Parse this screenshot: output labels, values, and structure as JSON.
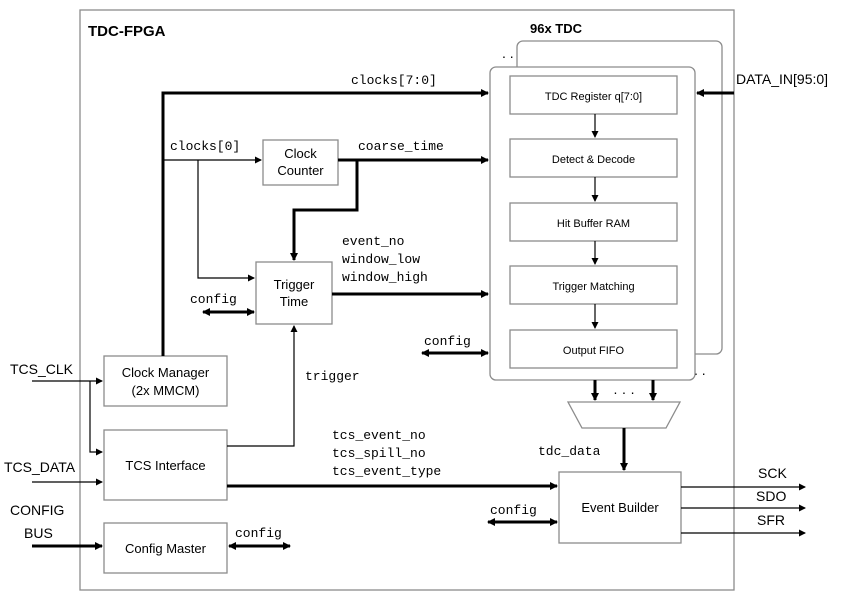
{
  "fpga_title": "TDC-FPGA",
  "tdc_title": "96x TDC",
  "tdc_stages": [
    "TDC Register q[7:0]",
    "Detect & Decode",
    "Hit Buffer RAM",
    "Trigger Matching",
    "Output FIFO"
  ],
  "blocks": {
    "clock_counter": [
      "Clock",
      "Counter"
    ],
    "trigger_time": [
      "Trigger",
      "Time"
    ],
    "clock_manager": [
      "Clock Manager",
      "(2x MMCM)"
    ],
    "tcs_interface": "TCS Interface",
    "config_master": "Config Master",
    "event_builder": "Event Builder"
  },
  "signals": {
    "clocks_bus": "clocks[7:0]",
    "clocks_0": "clocks[0]",
    "coarse_time": "coarse_time",
    "trigger_outputs": [
      "event_no",
      "window_low",
      "window_high"
    ],
    "trigger": "trigger",
    "tcs_outputs": [
      "tcs_event_no",
      "tcs_spill_no",
      "tcs_event_type"
    ],
    "tdc_data": "tdc_data",
    "config": "config",
    "mux_dots": "· · ·"
  },
  "external_inputs": {
    "data_in": "DATA_IN[95:0]",
    "tcs_clk": "TCS_CLK",
    "tcs_data": "TCS_DATA",
    "config_bus": [
      "CONFIG",
      "BUS"
    ]
  },
  "external_outputs": [
    "SCK",
    "SDO",
    "SFR"
  ]
}
